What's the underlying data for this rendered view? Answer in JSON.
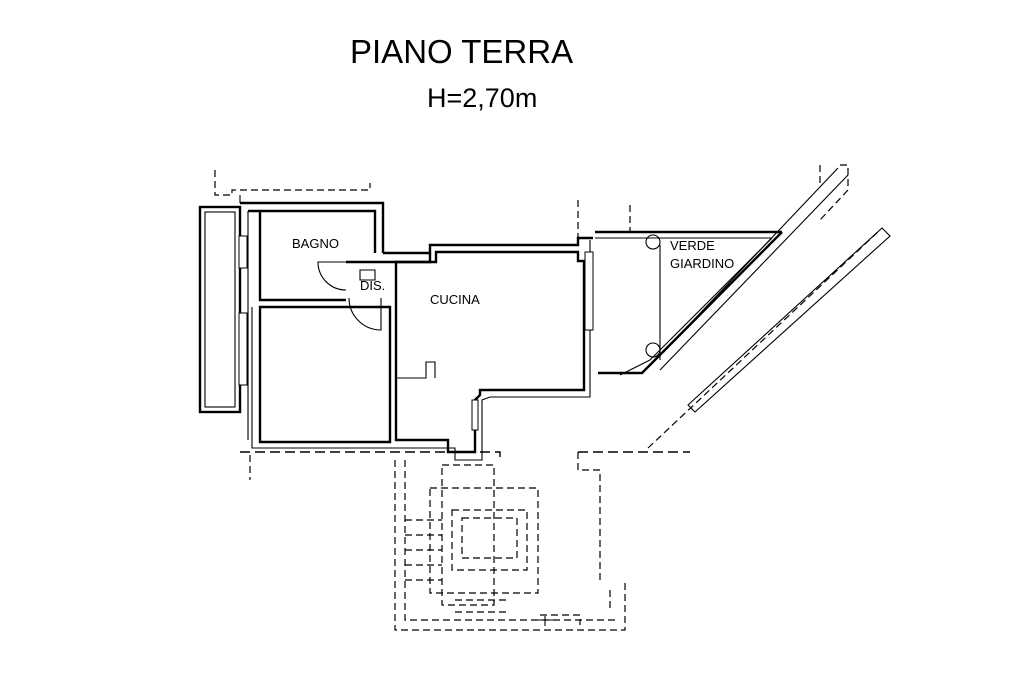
{
  "header": {
    "title": "PIANO TERRA",
    "height": "H=2,70m"
  },
  "rooms": {
    "bagno": "BAGNO",
    "dis": "DIS.",
    "cucina": "CUCINA",
    "verde_line1": "VERDE",
    "verde_line2": "GIARDINO"
  }
}
